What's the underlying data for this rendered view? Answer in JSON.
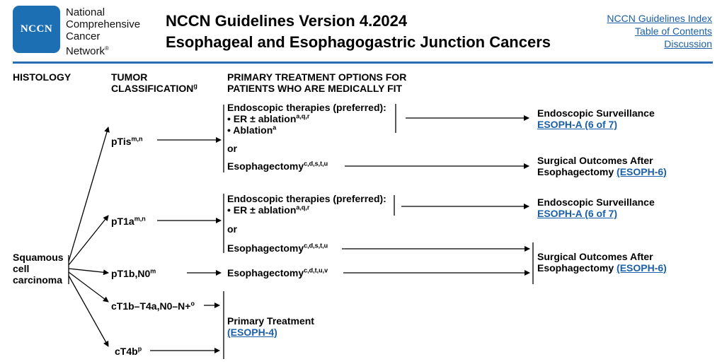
{
  "logo": {
    "abbr": "NCCN",
    "line1": "National",
    "line2": "Comprehensive",
    "line3": "Cancer",
    "line4": "Network",
    "reg": "®"
  },
  "title": {
    "line1": "NCCN Guidelines Version 4.2024",
    "line2": "Esophageal and Esophagogastric Junction Cancers"
  },
  "nav": {
    "index": "NCCN Guidelines Index",
    "toc": "Table of Contents",
    "discussion": "Discussion"
  },
  "headers": {
    "histology": "HISTOLOGY",
    "tumor1": "TUMOR",
    "tumor2": "CLASSIFICATION",
    "tumor2_sup": "g",
    "primary1": "PRIMARY TREATMENT OPTIONS FOR",
    "primary2": "PATIENTS WHO ARE MEDICALLY FIT"
  },
  "histology": {
    "line1": "Squamous",
    "line2": "cell",
    "line3": "carcinoma"
  },
  "classifications": {
    "ptis": "pTis",
    "ptis_sup": "m,n",
    "pt1a": "pT1a",
    "pt1a_sup": "m,n",
    "pt1b": "pT1b,N0",
    "pt1b_sup": "m",
    "ct1b": "cT1b–T4a,N0–N+",
    "ct1b_sup": "o",
    "ct4b": "cT4b",
    "ct4b_sup": "p"
  },
  "treatments": {
    "endo1_head": "Endoscopic therapies (preferred):",
    "endo1_er": "• ER ± ablation",
    "endo1_er_sup": "a,q,r",
    "endo1_abl": "• Ablation",
    "endo1_abl_sup": "a",
    "or1": "or",
    "esoph1": "Esophagectomy",
    "esoph1_sup": "c,d,s,t,u",
    "endo2_head": "Endoscopic therapies (preferred):",
    "endo2_er": "• ER ± ablation",
    "endo2_er_sup": "a,q,r",
    "or2": "or",
    "esoph2": "Esophagectomy",
    "esoph2_sup": "c,d,s,t,u",
    "esoph3": "Esophagectomy",
    "esoph3_sup": "c,d,t,u,v",
    "primary": "Primary Treatment",
    "primary_link": "(ESOPH-4)"
  },
  "outcomes": {
    "surv1": "Endoscopic Surveillance",
    "surv1_link": "ESOPH-A (6 of 7)",
    "surg1_a": "Surgical Outcomes After",
    "surg1_b": "Esophagectomy ",
    "surg1_link": "(ESOPH-6)",
    "surv2": "Endoscopic Surveillance",
    "surv2_link": "ESOPH-A (6 of 7)",
    "surg2_a": "Surgical Outcomes After",
    "surg2_b": "Esophagectomy ",
    "surg2_link": "(ESOPH-6)"
  }
}
